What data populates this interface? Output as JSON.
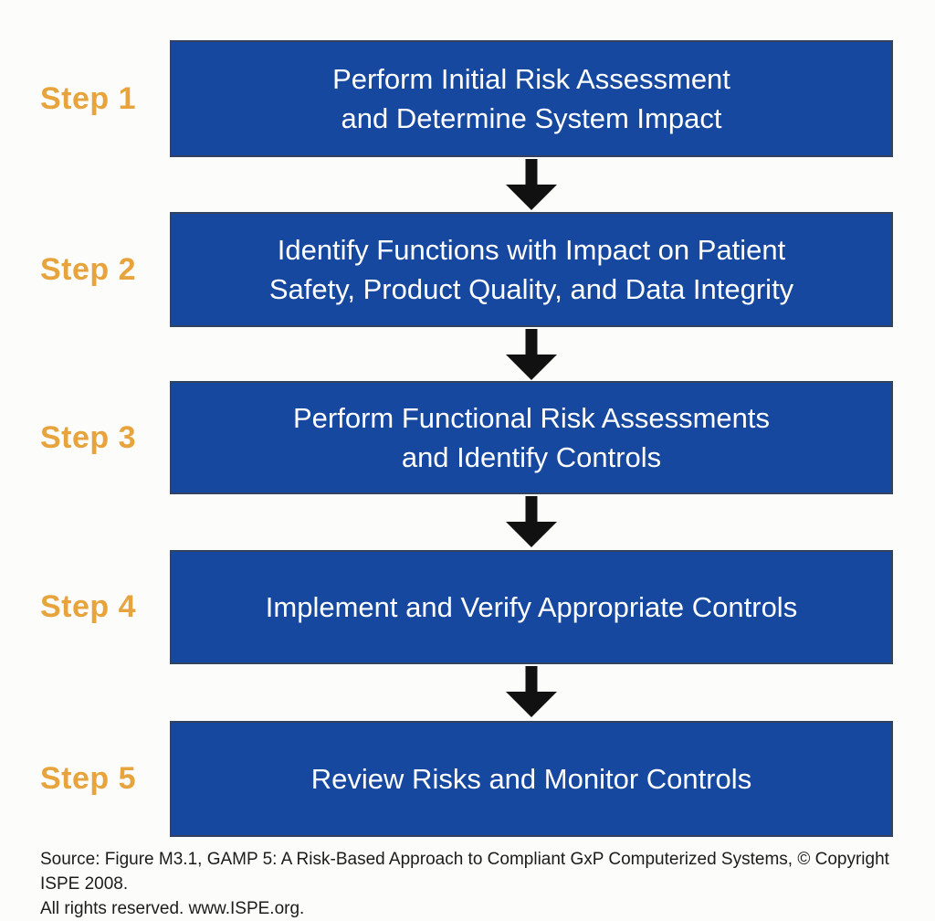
{
  "diagram": {
    "steps": [
      {
        "label": "Step 1",
        "lines": [
          "Perform Initial Risk Assessment",
          "and Determine System Impact"
        ]
      },
      {
        "label": "Step 2",
        "lines": [
          "Identify Functions with Impact on Patient",
          "Safety, Product Quality, and Data Integrity"
        ]
      },
      {
        "label": "Step 3",
        "lines": [
          "Perform Functional Risk Assessments",
          "and Identify Controls"
        ]
      },
      {
        "label": "Step 4",
        "lines": [
          "Implement and Verify Appropriate Controls"
        ]
      },
      {
        "label": "Step 5",
        "lines": [
          "Review Risks and Monitor Controls"
        ]
      }
    ],
    "source": {
      "line1": "Source: Figure M3.1, GAMP 5: A Risk-Based Approach to Compliant GxP Computerized Systems, © Copyright ISPE 2008.",
      "line2": "All rights reserved. www.ISPE.org."
    },
    "colors": {
      "box_fill": "#16489F",
      "box_border": "#31435F",
      "box_text": "#FFFFFF",
      "step_label": "#E7A33C",
      "arrow": "#111111",
      "background": "#FCFCFA",
      "source_text": "#1C1C1C"
    }
  }
}
